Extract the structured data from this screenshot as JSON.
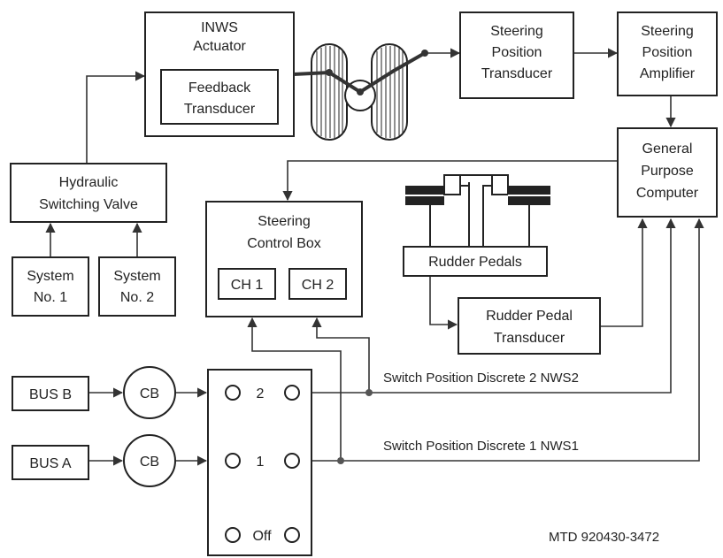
{
  "blocks": {
    "inws_actuator": [
      "INWS",
      "Actuator"
    ],
    "feedback_transducer": [
      "Feedback",
      "Transducer"
    ],
    "steering_position_transducer": [
      "Steering",
      "Position",
      "Transducer"
    ],
    "steering_position_amplifier": [
      "Steering",
      "Position",
      "Amplifier"
    ],
    "general_purpose_computer": [
      "General",
      "Purpose",
      "Computer"
    ],
    "hydraulic_switching_valve": [
      "Hydraulic",
      "Switching Valve"
    ],
    "system_1": [
      "System",
      "No. 1"
    ],
    "system_2": [
      "System",
      "No. 2"
    ],
    "steering_control_box": [
      "Steering",
      "Control Box"
    ],
    "ch1": "CH 1",
    "ch2": "CH 2",
    "rudder_pedals": "Rudder Pedals",
    "rudder_pedal_transducer": [
      "Rudder Pedal",
      "Transducer"
    ],
    "bus_b": "BUS B",
    "bus_a": "BUS A",
    "cb_b": "CB",
    "cb_a": "CB",
    "switch_pos_2": "2",
    "switch_pos_1": "1",
    "switch_pos_off": "Off"
  },
  "signals": {
    "nws2": "Switch Position Discrete 2 NWS2",
    "nws1": "Switch Position Discrete 1 NWS1"
  },
  "drawing_id": "MTD 920430-3472",
  "colors": {
    "line": "#333333",
    "box_stroke": "#222222",
    "background": "#ffffff"
  }
}
